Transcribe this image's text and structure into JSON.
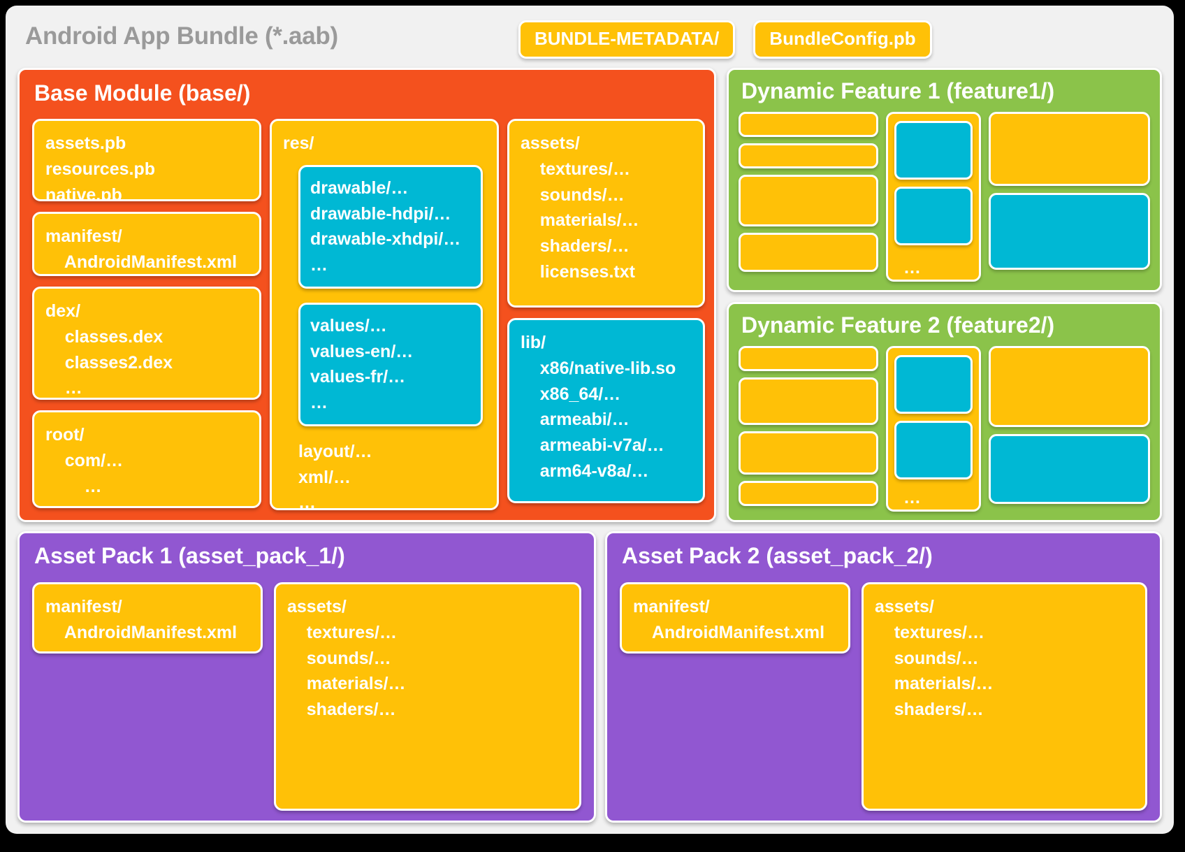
{
  "header": {
    "title": "Android App Bundle (*.aab)",
    "badges": [
      "BUNDLE-METADATA/",
      "BundleConfig.pb"
    ]
  },
  "colors": {
    "page_background": "#000000",
    "frame_background": "#f1f1f1",
    "base_module": "#f4511e",
    "dynamic_feature": "#8bc34a",
    "asset_pack": "#9157d1",
    "card_yellow": "#ffc107",
    "card_cyan": "#00b8d4",
    "title_gray": "#9a9a9a",
    "card_text": "#ffffff"
  },
  "base_module": {
    "title": "Base Module (base/)",
    "column_a": [
      {
        "name": "proto-files-card",
        "lines": [
          "assets.pb",
          "resources.pb",
          "native.pb"
        ]
      },
      {
        "name": "manifest-card",
        "lines": [
          "manifest/",
          "    AndroidManifest.xml"
        ]
      },
      {
        "name": "dex-card",
        "lines": [
          "dex/",
          "    classes.dex",
          "    classes2.dex",
          "    …"
        ]
      },
      {
        "name": "root-card",
        "lines": [
          "root/",
          "    com/…",
          "        …"
        ]
      }
    ],
    "res_card": {
      "label": "res/",
      "drawable_card": [
        "drawable/…",
        "drawable-hdpi/…",
        "drawable-xhdpi/…",
        "…"
      ],
      "values_card": [
        "values/…",
        "values-en/…",
        "values-fr/…",
        "…"
      ],
      "tail": [
        "layout/…",
        "xml/…",
        "…"
      ]
    },
    "assets_card": {
      "lines": [
        "assets/",
        "    textures/…",
        "    sounds/…",
        "    materials/…",
        "    shaders/…",
        "    licenses.txt"
      ]
    },
    "lib_card": {
      "lines": [
        "lib/",
        "    x86/native-lib.so",
        "    x86_64/…",
        "    armeabi/…",
        "    armeabi-v7a/…",
        "    arm64-v8a/…"
      ]
    }
  },
  "dynamic_features": [
    {
      "title": "Dynamic Feature 1 (feature1/)",
      "bars": [
        36,
        36,
        74,
        56
      ],
      "mid_cards": [
        84,
        84
      ],
      "mid_ellipsis": "…",
      "right_yellow_height": 106,
      "right_cyan_height": 110
    },
    {
      "title": "Dynamic Feature 2 (feature2/)",
      "bars": [
        36,
        68,
        62,
        36
      ],
      "mid_cards": [
        84,
        84
      ],
      "mid_ellipsis": "…",
      "right_yellow_height": 116,
      "right_cyan_height": 100
    }
  ],
  "asset_packs": [
    {
      "title": "Asset Pack 1 (asset_pack_1/)",
      "manifest_lines": [
        "manifest/",
        "    AndroidManifest.xml"
      ],
      "assets_lines": [
        "assets/",
        "    textures/…",
        "    sounds/…",
        "    materials/…",
        "    shaders/…"
      ]
    },
    {
      "title": "Asset Pack 2 (asset_pack_2/)",
      "manifest_lines": [
        "manifest/",
        "    AndroidManifest.xml"
      ],
      "assets_lines": [
        "assets/",
        "    textures/…",
        "    sounds/…",
        "    materials/…",
        "    shaders/…"
      ]
    }
  ]
}
